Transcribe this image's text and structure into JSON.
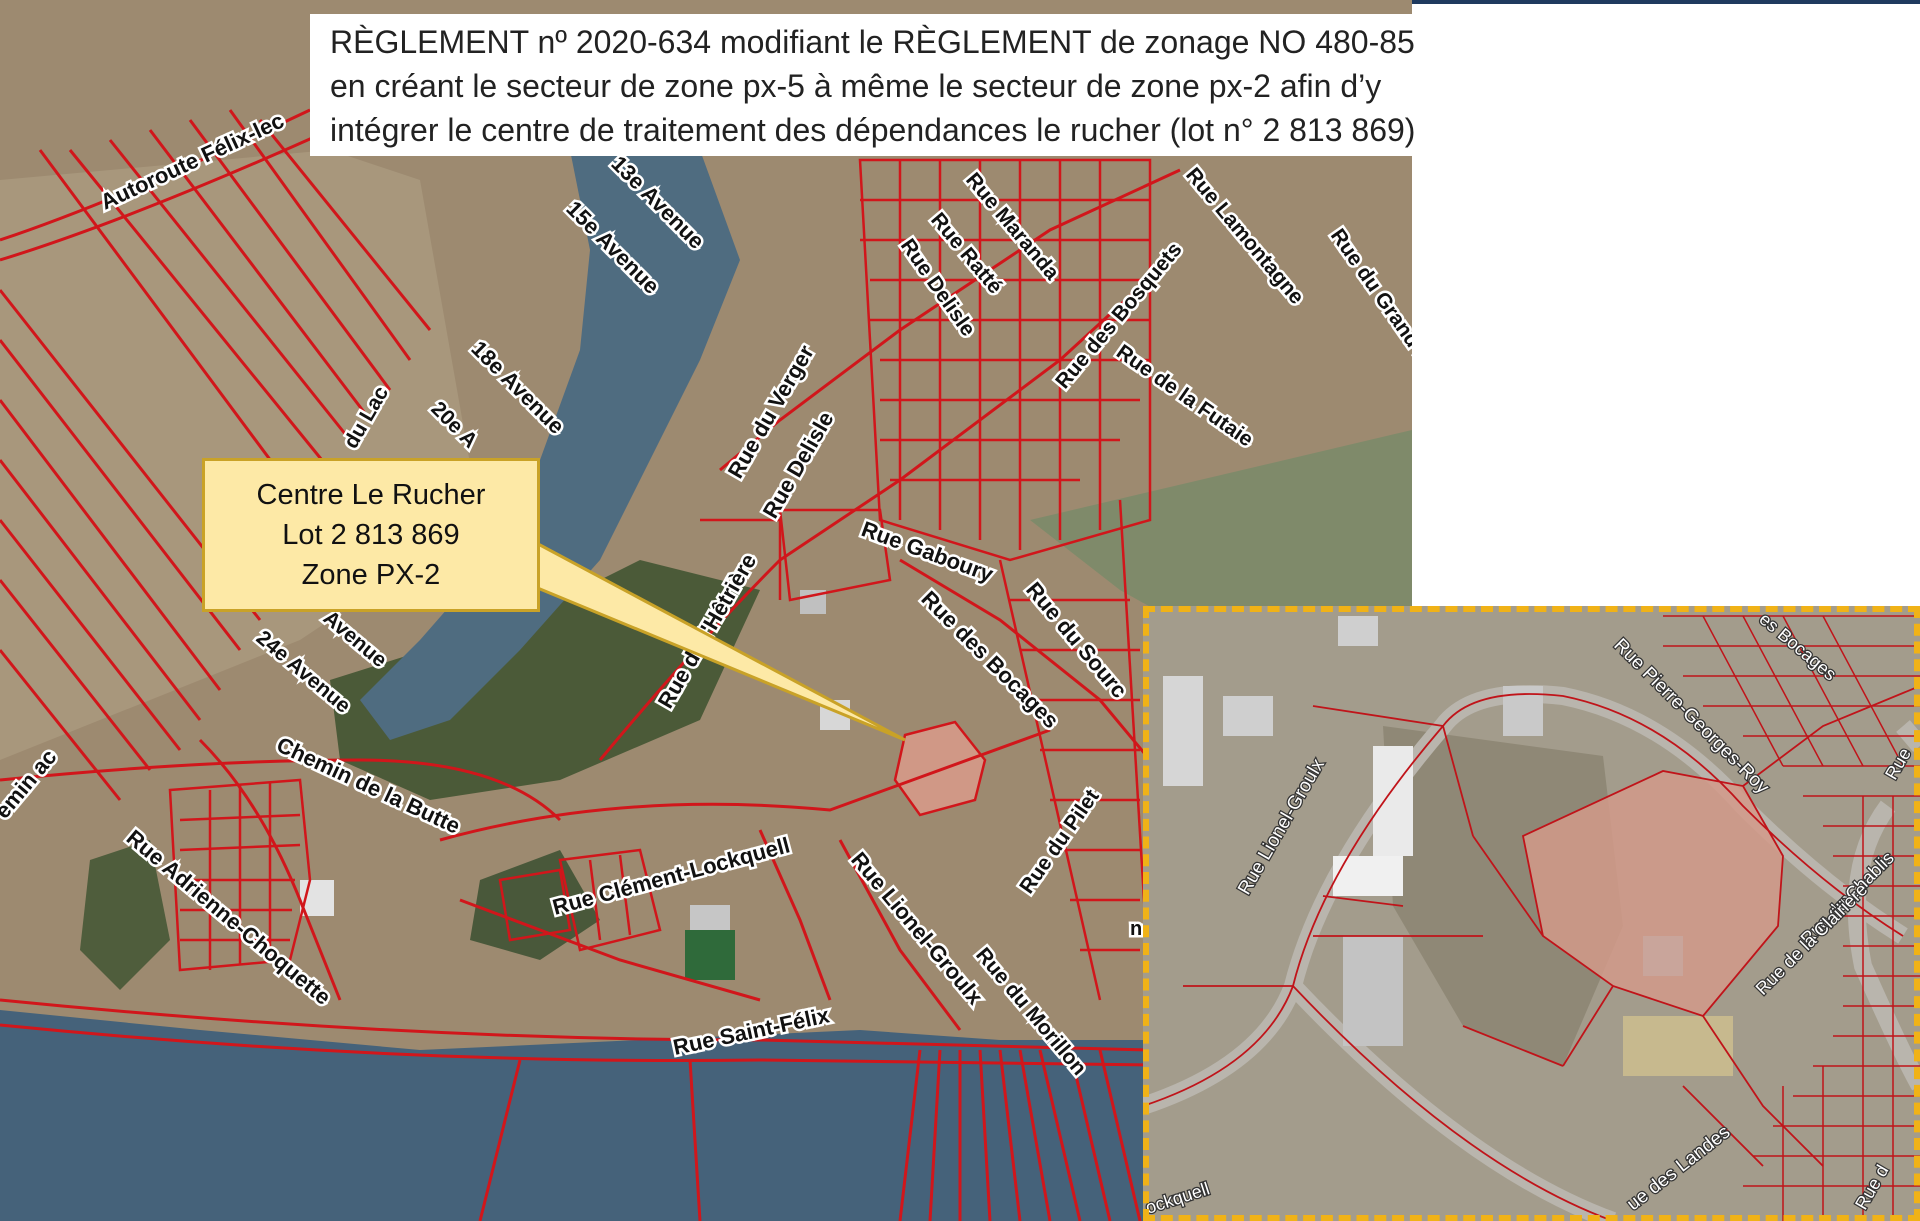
{
  "title": {
    "line1": "RÈGLEMENT nº 2020-634 modifiant le RÈGLEMENT de zonage NO 480-85",
    "line2": "en créant le secteur de zone px-5 à même le secteur de zone px-2 afin d’y",
    "line3": "intégrer le centre de traitement des dépendances le rucher (lot n° 2 813 869)"
  },
  "callout": {
    "line1": "Centre Le Rucher",
    "line2": "Lot 2 813 869",
    "line3": "Zone PX-2"
  },
  "colors": {
    "parcel_lines": "#d1161b",
    "water": "#4f6c80",
    "land": "#9d8a70",
    "callout_fill": "#fde9a6",
    "callout_border": "#c9a227",
    "inset_border": "#f0b217",
    "highlight_lot": "#d99a8a"
  },
  "main_labels": [
    "Autoroute Félix-lec",
    "13e Avenue",
    "15e Avenue",
    "18e Avenue",
    "du Lac",
    "20e A",
    "Avenue",
    "24e Avenue",
    "Chemin de la Butte",
    "emin ac",
    "Rue Adrienne-Choquette",
    "Rue Clément-Lockquell",
    "Rue Saint-Félix",
    "Rue Lionel-Groulx",
    "Rue du Morillon",
    "Rue du Pilet",
    "Rue des Bocages",
    "Rue du Sourc",
    "Rue Gaboury",
    "Rue de l'Hêtrière",
    "Rue Delisle",
    "Rue du Verger",
    "Rue Ratté",
    "Rue Maranda",
    "Rue des Bosquets",
    "Rue de la Futaie",
    "Rue Lamontagne",
    "Rue du Grand-Hun",
    "Rue Delisle",
    "nd"
  ],
  "inset_labels": [
    "Rue Lionel-Groulx",
    "Rue Pierre-Georges-Roy",
    "es Bocages",
    "Rue",
    "Rue du Chablis",
    "Rue de la Clairière",
    "ue des Landes",
    "ockquell",
    "Rue d"
  ]
}
